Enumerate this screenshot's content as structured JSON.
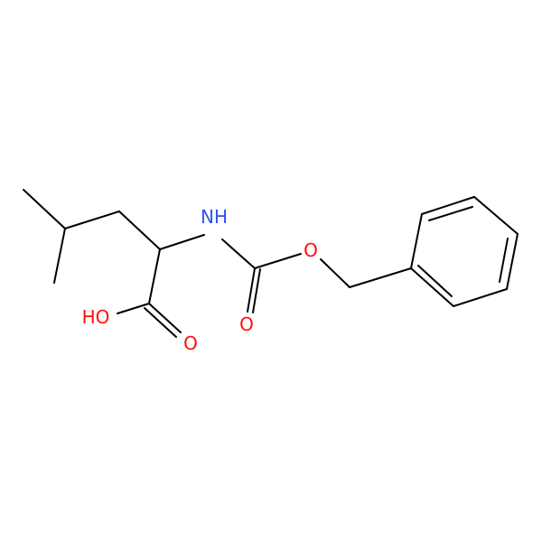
{
  "molecule": {
    "atoms": {
      "hydroxyl": "HO",
      "amine": "NH",
      "acid_carbonyl_oxygen": "O",
      "carbamate_carbonyl_oxygen": "O",
      "ester_oxygen": "O"
    },
    "colors": {
      "bond": "#000000",
      "oxygen": "#ff0d0d",
      "nitrogen": "#3050f8",
      "background": "#ffffff"
    }
  }
}
